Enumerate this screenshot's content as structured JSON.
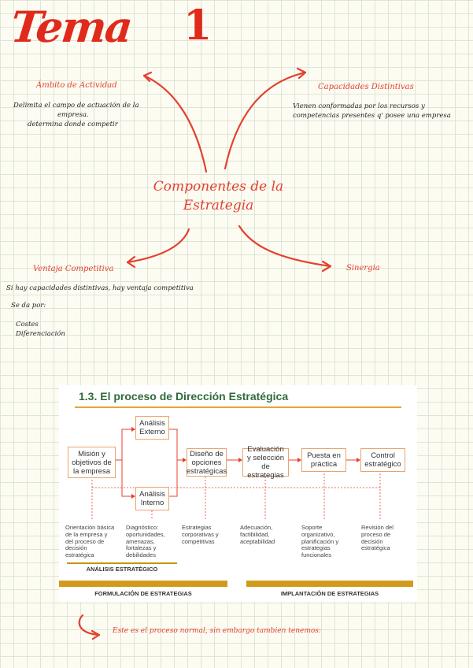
{
  "title": {
    "word": "Tema",
    "number": "1"
  },
  "mindmap": {
    "center": {
      "line1": "Componentes de la",
      "line2": "Estrategia"
    },
    "ambito": {
      "label": "Ámbito de Actividad",
      "lines": [
        "Delimita el campo de actuación de la",
        "empresa.",
        "determina donde competir"
      ]
    },
    "capacidades": {
      "label": "Capacidades Distintivas",
      "lines": [
        "Vienen conformadas por los recursos y",
        "competencias presentes q' posee una empresa"
      ]
    },
    "ventaja": {
      "label": "Ventaja Competitiva",
      "lines": [
        "Si hay capacidades distintivas, hay ventaja competitiva",
        "Se da por:",
        "Costes",
        "Diferenciación"
      ]
    },
    "sinergia": {
      "label": "Sinergia"
    }
  },
  "slide": {
    "title": "1.3. El proceso de Dirección Estratégica",
    "boxes": {
      "mision": "Misión y objetivos de la empresa",
      "externo": "Análisis Externo",
      "interno": "Análisis Interno",
      "diseno": "Diseño de opciones estratégicas",
      "evaluacion": "Evaluación y selección de estrategias",
      "puesta": "Puesta en práctica",
      "control": "Control estratégico"
    },
    "notes": {
      "n1": "Orientación básica\nde la empresa y\ndel proceso de\ndecisión\nestratégica",
      "n2": "Diagnóstico:\noportunidades,\namenazas,\nfortalezas y\ndebilidades",
      "n3": "Estrategias\ncorporativas y\ncompetitivas",
      "n4": "Adecuación,\nfactibilidad,\naceptabilidad",
      "n5": "Soporte\norganizativo,\nplanificación y\nestrategias\nfuncionales",
      "n6": "Revisión del\nproceso de\ndecisión\nestratégica"
    },
    "analisis_label": "ANÁLISIS ESTRATÉGICO",
    "formulacion_label": "FORMULACIÓN DE ESTRATEGIAS",
    "implantacion_label": "IMPLANTACIÓN DE ESTRATEGIAS",
    "accent_color": "#d29a1d"
  },
  "footer_note": "Este es el proceso normal, sin embargo tambien tenemos:"
}
